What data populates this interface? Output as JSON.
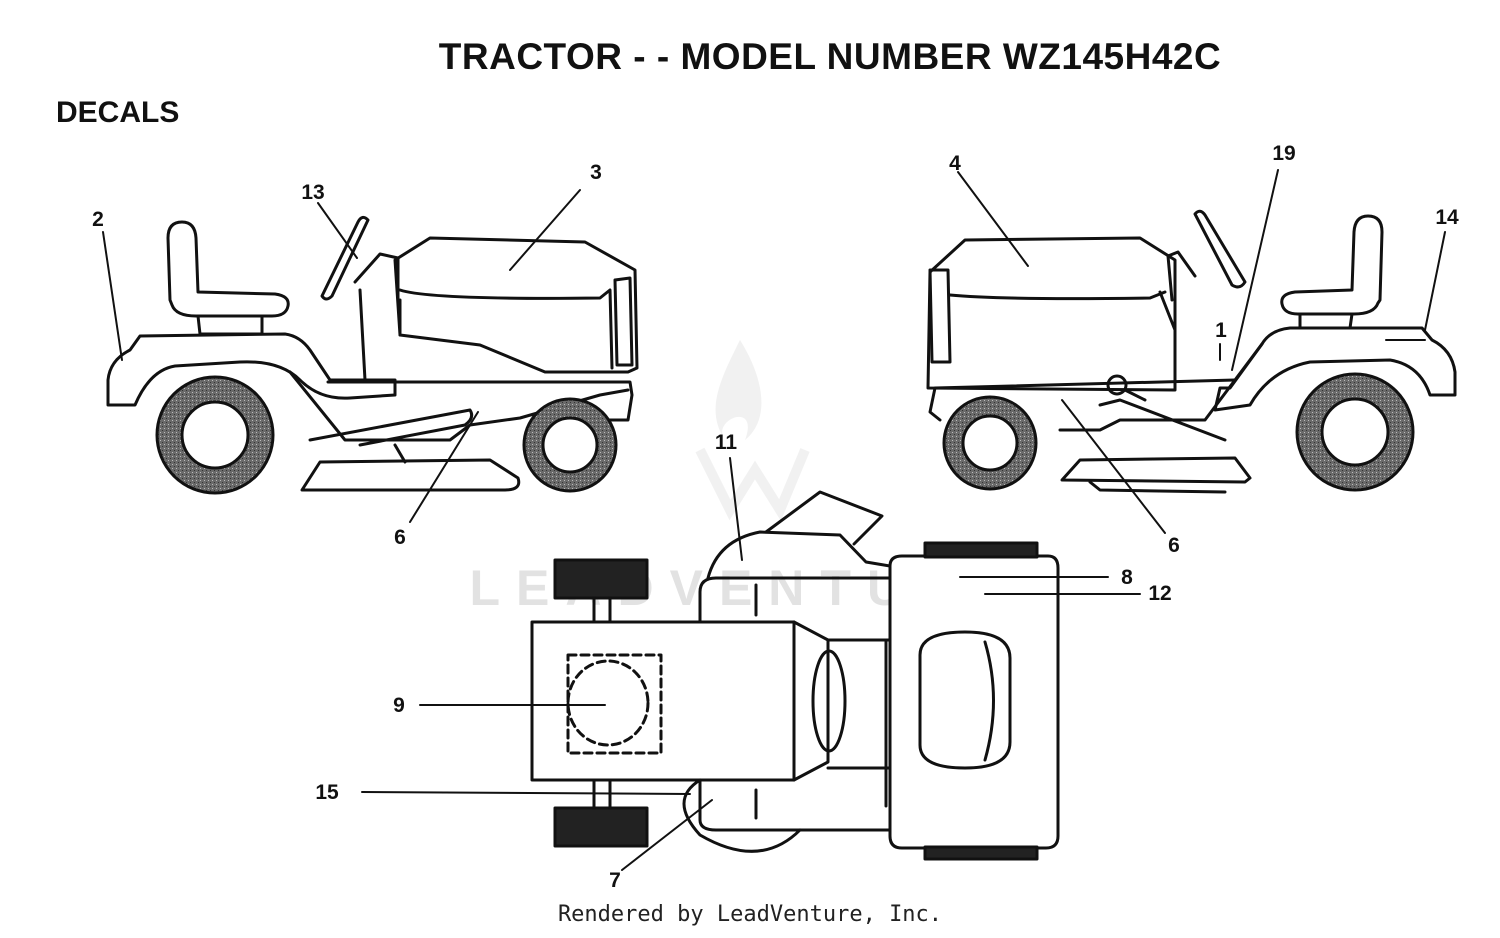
{
  "title": "TRACTOR - - MODEL NUMBER WZ145H42C",
  "section_label": "DECALS",
  "footer": "Rendered by LeadVenture, Inc.",
  "watermark": "LEADVENTURE",
  "callouts": {
    "c2": "2",
    "c13": "13",
    "c3": "3",
    "c6a": "6",
    "c4": "4",
    "c19": "19",
    "c14": "14",
    "c1": "1",
    "c6b": "6",
    "c11": "11",
    "c8": "8",
    "c12": "12",
    "c9": "9",
    "c15": "15",
    "c7": "7"
  },
  "colors": {
    "ink": "#111111",
    "tire": "#555555",
    "watermark": "#e2e2e2"
  }
}
